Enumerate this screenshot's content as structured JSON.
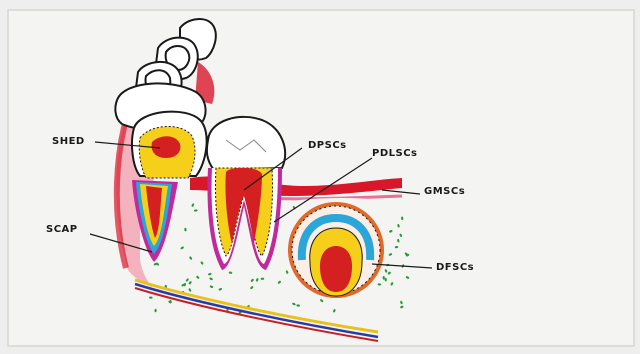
{
  "labels": {
    "shed": "SHED",
    "dpscs": "DPSCs",
    "pdlscs": "PDLSCs",
    "gmscs": "GMSCs",
    "scap": "SCAP",
    "dfscs": "DFSCs"
  },
  "colors": {
    "paper": "#f4f4f2",
    "gum_red": "#d8182a",
    "gum_pink": "#f2a6b4",
    "pulp_red": "#d42020",
    "dentin_yellow": "#f5cf1a",
    "cyan_layer": "#2aa6d8",
    "magenta_layer": "#c02a9a",
    "follicle_orange": "#e06a2a",
    "bone_dots": "#2a9a3a",
    "nerve_blue": "#2a3aa8",
    "nerve_yellow": "#e8c21a",
    "nerve_red": "#c82020",
    "outline": "#1a1a1a"
  }
}
